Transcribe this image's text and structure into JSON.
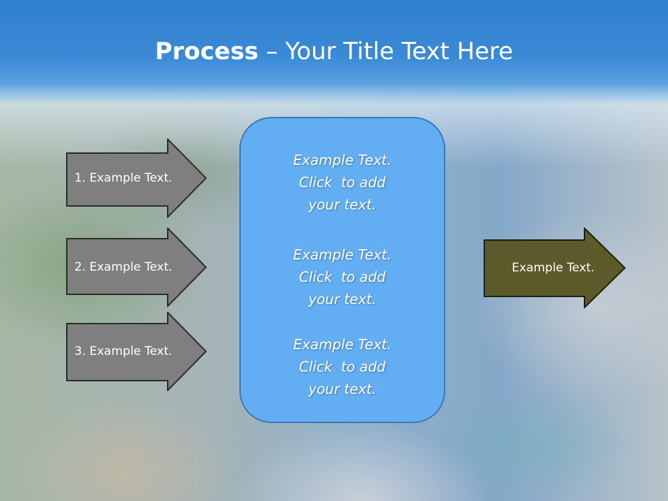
{
  "slide": {
    "title_bold": "Process",
    "title_rest": " – Your Title Text Here"
  },
  "left_arrows": [
    {
      "label": "1. Example Text."
    },
    {
      "label": "2. Example Text."
    },
    {
      "label": "3. Example Text."
    }
  ],
  "center_box": {
    "blocks": [
      {
        "line1": "Example Text.",
        "line2": "Click  to add",
        "line3": "your text."
      },
      {
        "line1": "Example Text.",
        "line2": "Click  to add",
        "line3": "your text."
      },
      {
        "line1": "Example Text.",
        "line2": "Click  to add",
        "line3": "your text."
      }
    ]
  },
  "right_arrow": {
    "label": "Example Text."
  },
  "colors": {
    "left_arrow_fill": "#7f7f7f",
    "center_box_fill": "#63aef2",
    "right_arrow_fill": "#5c5a2a",
    "title_band": "#2f7fcf"
  }
}
